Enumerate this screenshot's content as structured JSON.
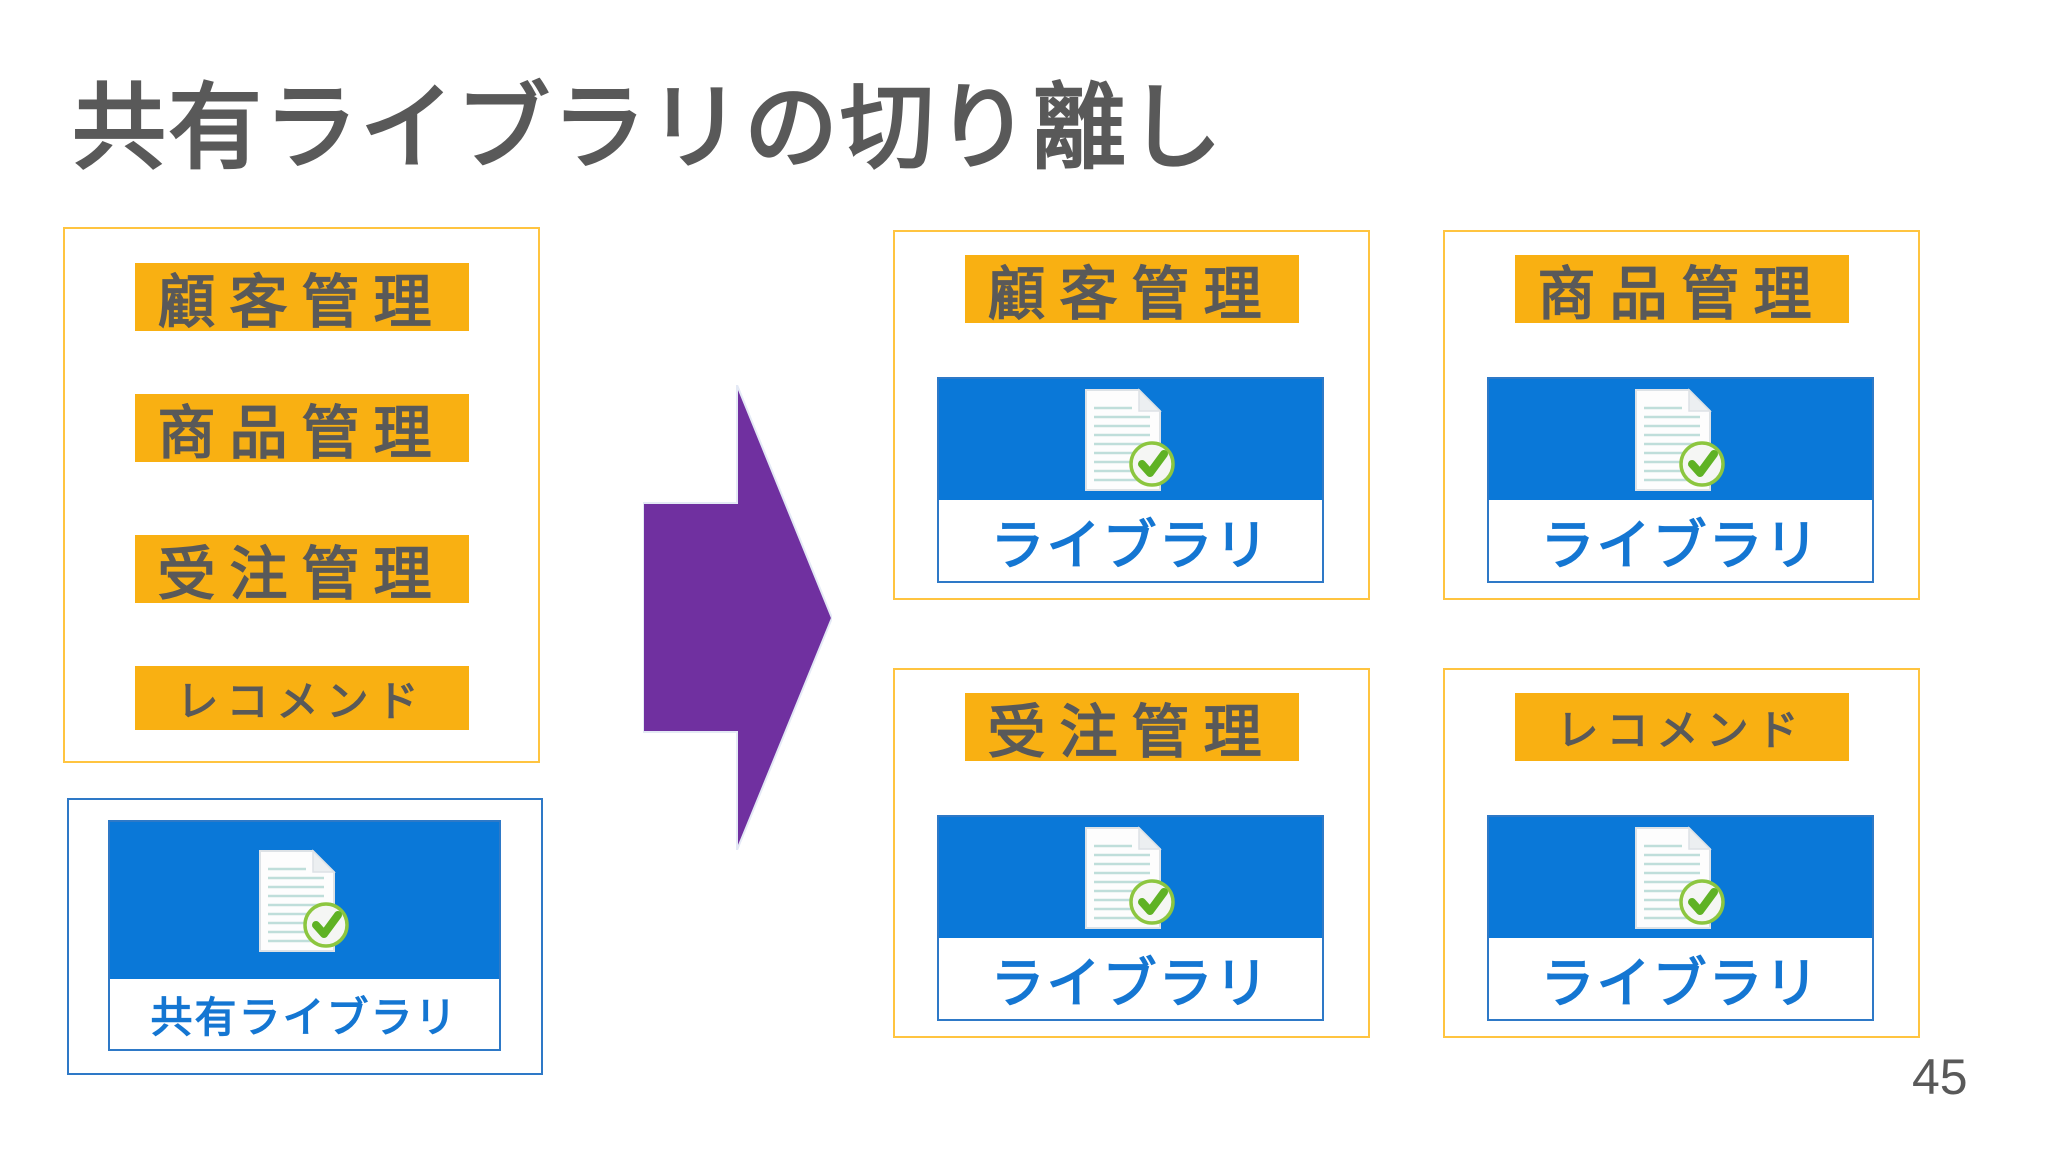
{
  "title": "共有ライブラリの切り離し",
  "page_number": "45",
  "left_group": {
    "modules": [
      "顧客管理",
      "商品管理",
      "受注管理",
      "レコメンド"
    ]
  },
  "shared_library": {
    "label": "共有ライブラリ"
  },
  "right_groups": [
    {
      "module": "顧客管理",
      "library": "ライブラリ"
    },
    {
      "module": "商品管理",
      "library": "ライブラリ"
    },
    {
      "module": "受注管理",
      "library": "ライブラリ"
    },
    {
      "module": "レコメンド",
      "library": "ライブラリ"
    }
  ],
  "icons": {
    "library": "document-check-icon",
    "arrow": "right-block-arrow-icon"
  },
  "colors": {
    "title_text": "#595959",
    "module_fill": "#F9B012",
    "module_text": "#595959",
    "group_border": "#FFC440",
    "library_blue": "#0A78D8",
    "library_border": "#2E79C7",
    "library_text": "#1476D2",
    "arrow_purple": "#7030A0"
  }
}
